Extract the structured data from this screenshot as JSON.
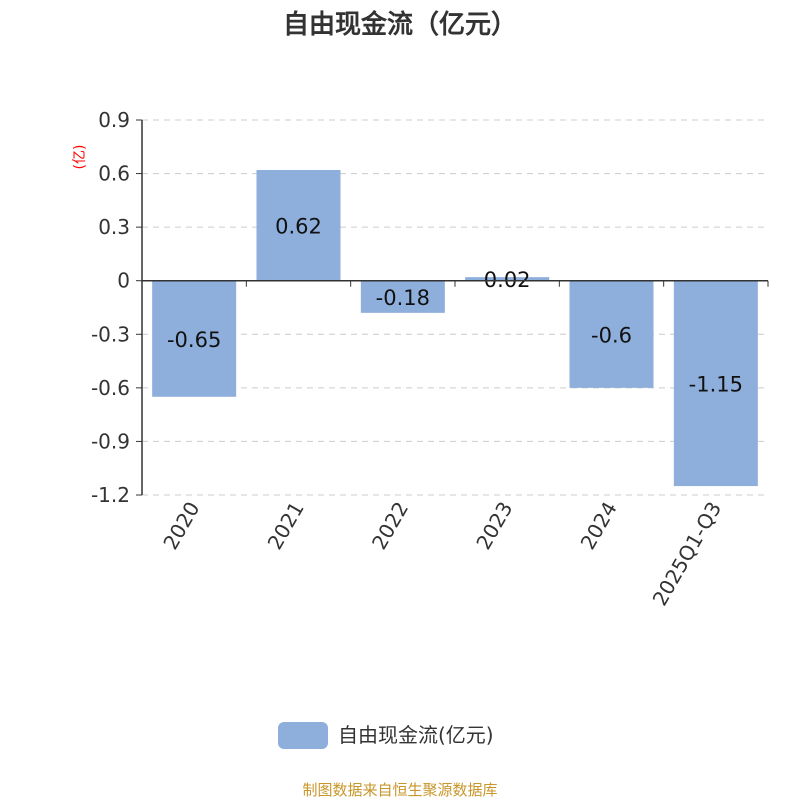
{
  "chart_data": {
    "type": "bar",
    "title": "自由现金流（亿元）",
    "ylabel": "(亿)",
    "xlabel": "",
    "categories": [
      "2020",
      "2021",
      "2022",
      "2023",
      "2024",
      "2025Q1-Q3"
    ],
    "series": [
      {
        "name": "自由现金流(亿元)",
        "values": [
          -0.65,
          0.62,
          -0.18,
          0.02,
          -0.6,
          -1.15
        ],
        "labels": [
          "-0.65",
          "0.62",
          "-0.18",
          "0.02",
          "-0.6",
          "-1.15"
        ]
      }
    ],
    "ylim": [
      -1.2,
      0.9
    ],
    "yticks": [
      0.9,
      0.6,
      0.3,
      0,
      -0.3,
      -0.6,
      -0.9,
      -1.2
    ],
    "ytick_labels": [
      "0.9",
      "0.6",
      "0.3",
      "0",
      "-0.3",
      "-0.6",
      "-0.9",
      "-1.2"
    ],
    "grid": true,
    "legend_placement": "bottom-center",
    "colors": {
      "bar": "#8eaedb",
      "ylabel": "#ff0000",
      "footer": "#c8962a"
    }
  },
  "footer": "制图数据来自恒生聚源数据库"
}
